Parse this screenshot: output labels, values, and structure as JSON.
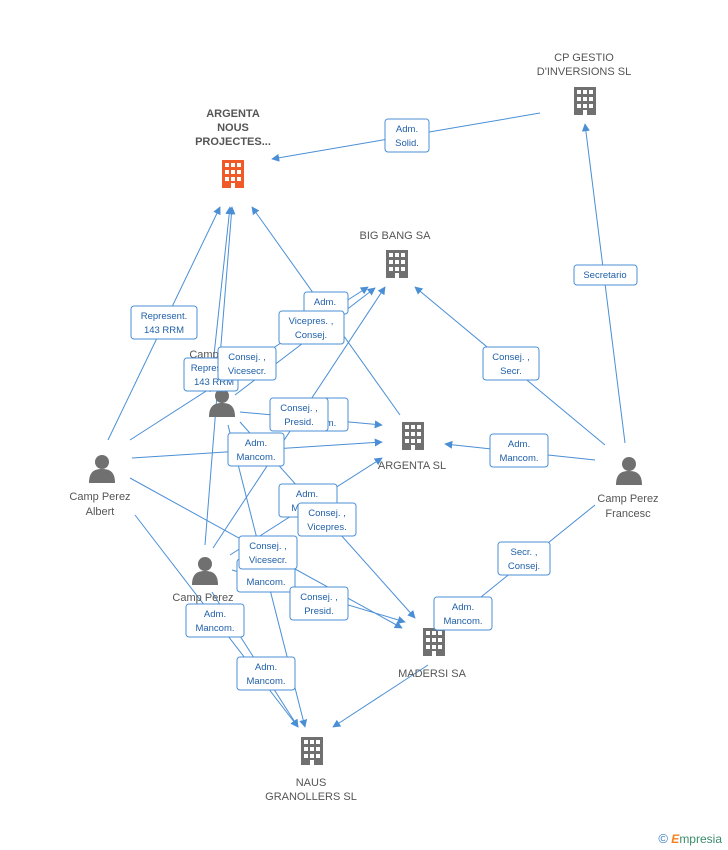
{
  "companies": {
    "argenta_nous": [
      "ARGENTA",
      "NOUS",
      "PROJECTES..."
    ],
    "cp_gestio": [
      "CP GESTIO",
      "D'INVERSIONS SL"
    ],
    "big_bang": [
      "BIG BANG SA"
    ],
    "argenta_sl": [
      "ARGENTA SL"
    ],
    "madersi": [
      "MADERSI SA"
    ],
    "naus": [
      "NAUS",
      "GRANOLLERS SL"
    ]
  },
  "persons": {
    "albert": [
      "Camp Perez",
      "Albert"
    ],
    "francesc": [
      "Camp Perez",
      "Francesc"
    ],
    "mid": [
      "Camp"
    ],
    "low": [
      "Camp Perez"
    ]
  },
  "edge_labels": {
    "adm_solid": [
      "Adm.",
      "Solid."
    ],
    "secretario": [
      "Secretario"
    ],
    "represent_1": [
      "Represent.",
      "143 RRM"
    ],
    "represent_2": [
      "Repres",
      "143 RRM"
    ],
    "adm_1": [
      "Adm.",
      ""
    ],
    "vicepres_consej": [
      "Vicepres. ,",
      "Consej."
    ],
    "consej_vicesecr_1": [
      "Consej. ,",
      "Vicesecr."
    ],
    "consej_secr": [
      "Consej. ,",
      "Secr."
    ],
    "consej_presid_1": [
      "Consej. ,",
      "Presid."
    ],
    "back_box": [
      "",
      "m."
    ],
    "adm_mancom_1": [
      "Adm.",
      "Mancom."
    ],
    "adm_mancom_2": [
      "Adm.",
      "Mancom."
    ],
    "adm_ma": [
      "Adm.",
      "Ma"
    ],
    "consej_vicepres": [
      "Consej. ,",
      "Vicepres."
    ],
    "consej_vicesecr_2": [
      "Consej. ,",
      "Vicesecr."
    ],
    "mancom_only": [
      "",
      "Mancom."
    ],
    "consej_presid_2": [
      "Consej. ,",
      "Presid."
    ],
    "secr_consej": [
      "Secr. ,",
      "Consej."
    ],
    "adm_mancom_3": [
      "Adm.",
      "Mancom."
    ],
    "adm_mancom_4": [
      "Adm.",
      "Mancom."
    ],
    "adm_mancom_5": [
      "Adm.",
      "Mancom."
    ]
  },
  "footer": {
    "copyright": "©",
    "brand_initial": "E",
    "brand_rest": "mpresia"
  },
  "colors": {
    "edge": "#4a8fd6",
    "highlight_company": "#f05a28",
    "company": "#707070",
    "person": "#707070"
  }
}
